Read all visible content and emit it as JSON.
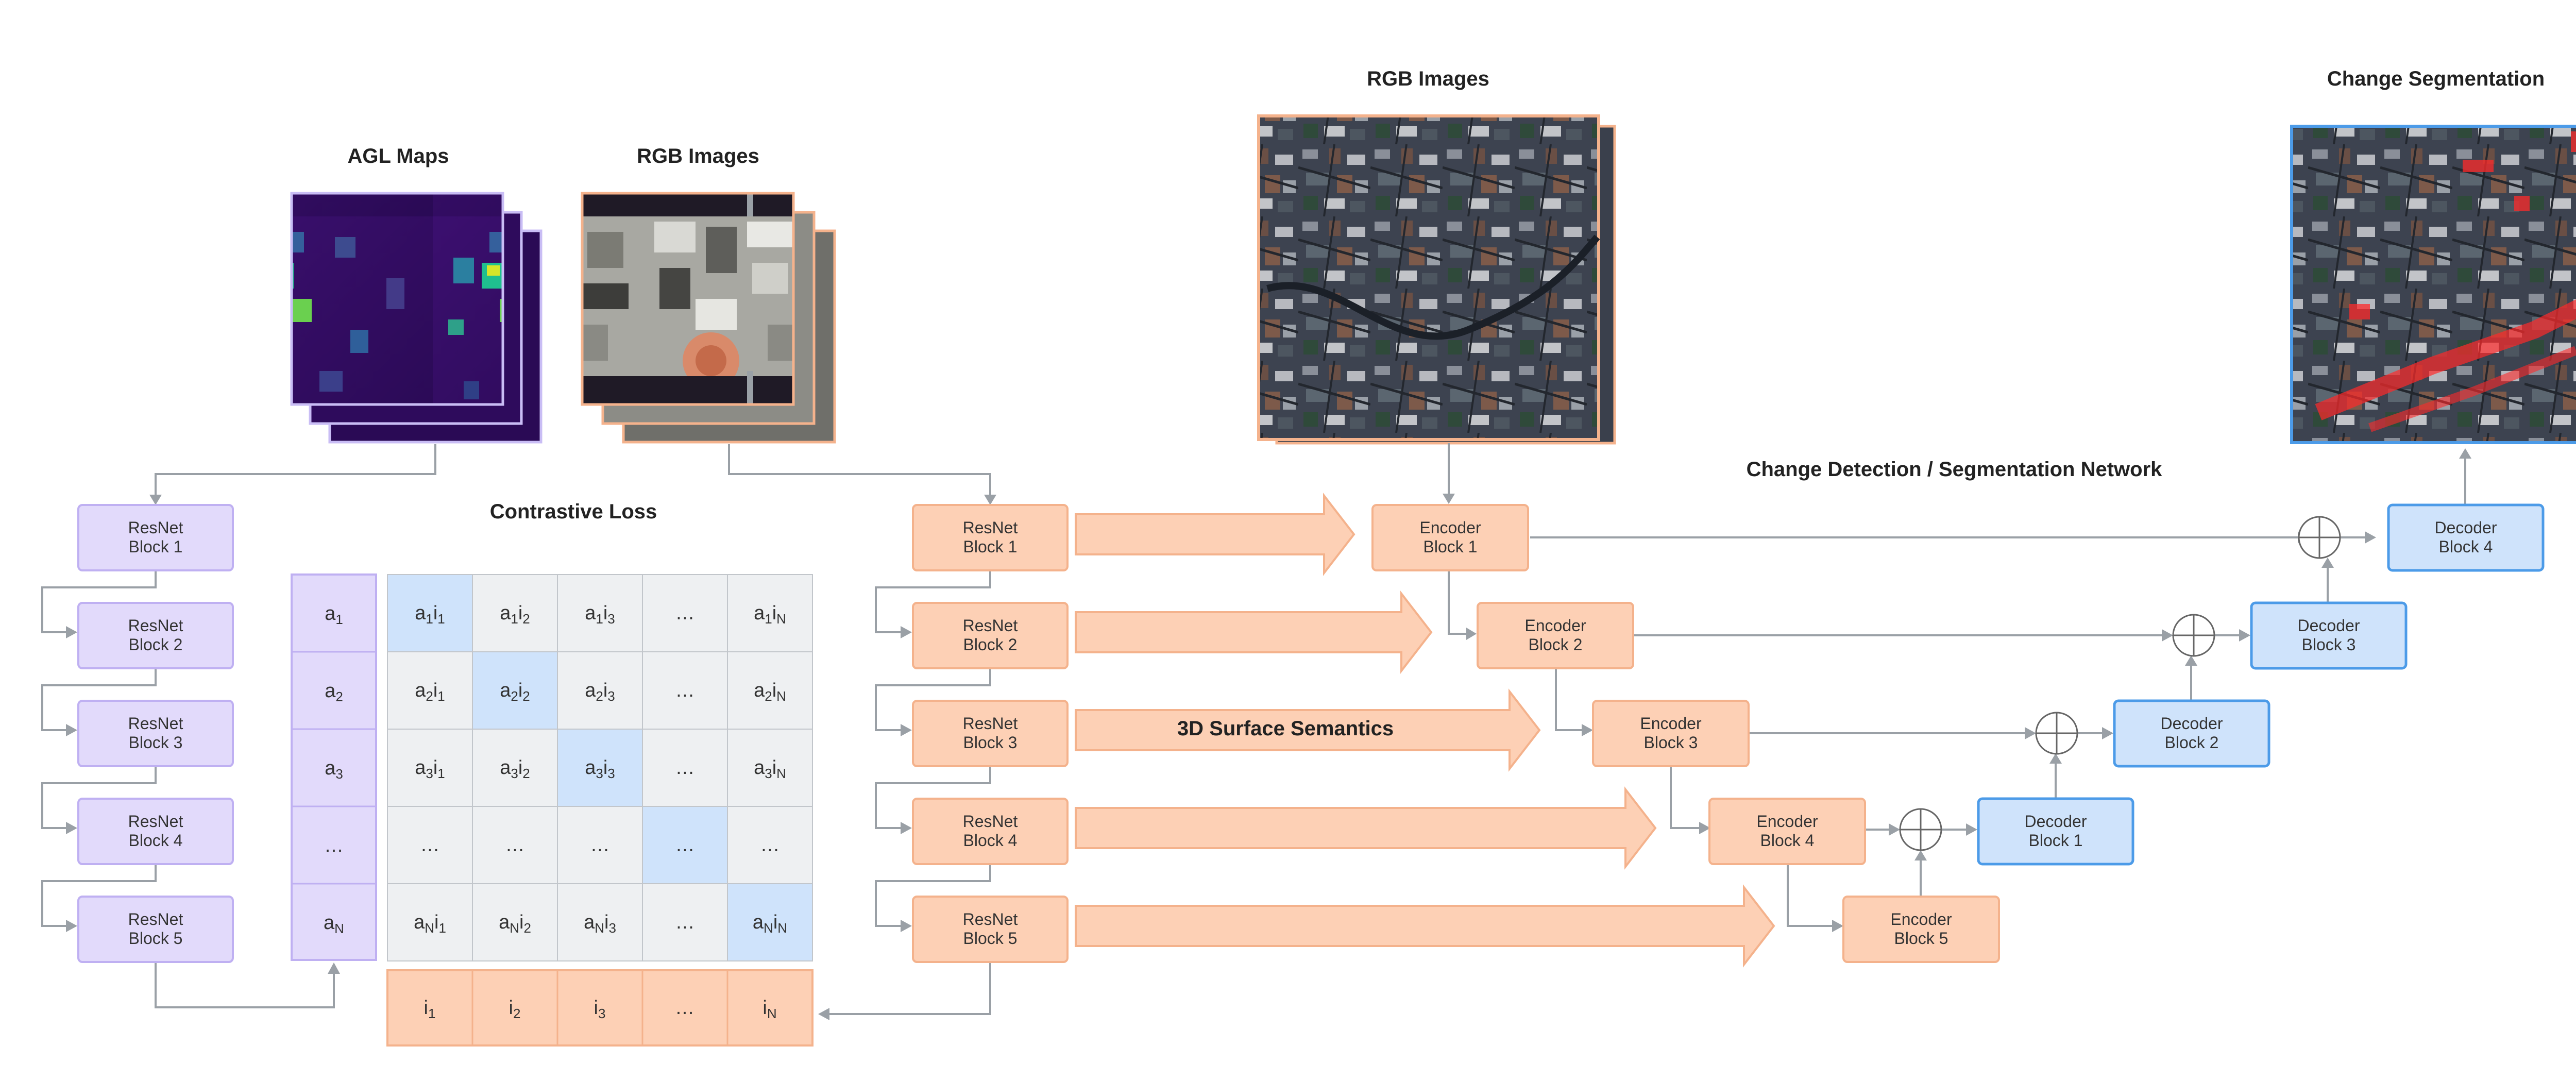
{
  "titles": {
    "agl_maps": "AGL Maps",
    "rgb_images_left": "RGB Images",
    "contrastive_loss": "Contrastive Loss",
    "rgb_images_top": "RGB Images",
    "change_segmentation": "Change Segmentation",
    "network": "Change Detection / Segmentation Network",
    "surface_semantics": "3D Surface Semantics"
  },
  "agl_resnet": [
    {
      "l1": "ResNet",
      "l2": "Block 1"
    },
    {
      "l1": "ResNet",
      "l2": "Block 2"
    },
    {
      "l1": "ResNet",
      "l2": "Block 3"
    },
    {
      "l1": "ResNet",
      "l2": "Block 4"
    },
    {
      "l1": "ResNet",
      "l2": "Block 5"
    }
  ],
  "rgb_resnet": [
    {
      "l1": "ResNet",
      "l2": "Block 1"
    },
    {
      "l1": "ResNet",
      "l2": "Block 2"
    },
    {
      "l1": "ResNet",
      "l2": "Block 3"
    },
    {
      "l1": "ResNet",
      "l2": "Block 4"
    },
    {
      "l1": "ResNet",
      "l2": "Block 5"
    }
  ],
  "encoders": [
    {
      "l1": "Encoder",
      "l2": "Block 1"
    },
    {
      "l1": "Encoder",
      "l2": "Block 2"
    },
    {
      "l1": "Encoder",
      "l2": "Block 3"
    },
    {
      "l1": "Encoder",
      "l2": "Block 4"
    },
    {
      "l1": "Encoder",
      "l2": "Block 5"
    }
  ],
  "decoders": [
    {
      "l1": "Decoder",
      "l2": "Block 1"
    },
    {
      "l1": "Decoder",
      "l2": "Block 2"
    },
    {
      "l1": "Decoder",
      "l2": "Block 3"
    },
    {
      "l1": "Decoder",
      "l2": "Block 4"
    }
  ],
  "a_vector": [
    {
      "b": "a",
      "s": "1"
    },
    {
      "b": "a",
      "s": "2"
    },
    {
      "b": "a",
      "s": "3"
    },
    {
      "b": "…",
      "s": ""
    },
    {
      "b": "a",
      "s": "N"
    }
  ],
  "i_vector": [
    {
      "b": "i",
      "s": "1"
    },
    {
      "b": "i",
      "s": "2"
    },
    {
      "b": "i",
      "s": "3"
    },
    {
      "b": "…",
      "s": ""
    },
    {
      "b": "i",
      "s": "N"
    }
  ],
  "matrix": [
    [
      "a1i1",
      "a1i2",
      "a1i3",
      "…",
      "a1iN"
    ],
    [
      "a2i1",
      "a2i2",
      "a2i3",
      "…",
      "a2iN"
    ],
    [
      "a3i1",
      "a3i2",
      "a3i3",
      "…",
      "a3iN"
    ],
    [
      "…",
      "…",
      "…",
      "…",
      "…"
    ],
    [
      "aNi1",
      "aNi2",
      "aNi3",
      "…",
      "aNiN"
    ]
  ],
  "colors": {
    "purple_fill": "#e2dafb",
    "orange_fill": "#fdd0b5",
    "blue_fill": "#cfe3fb",
    "blue_stroke": "#4c9be8",
    "highlight_cell": "#cfe3fb",
    "change_overlay": "#ff2a2a"
  }
}
